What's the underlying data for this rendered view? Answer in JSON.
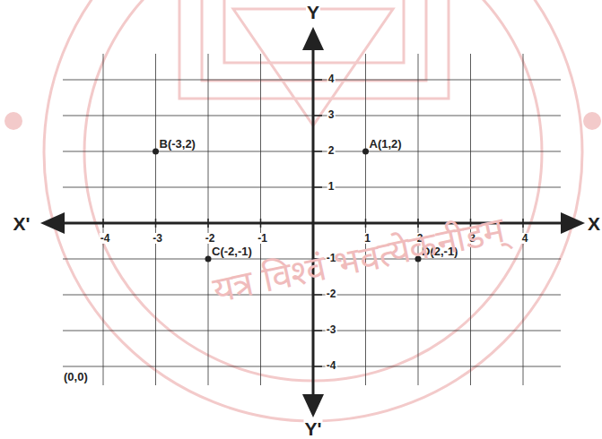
{
  "diagram": {
    "labels": [
      "Y",
      "Y'",
      "X'",
      "X",
      "-4",
      "-3",
      "-2",
      "-1",
      "1",
      "2",
      "3",
      "4",
      "4",
      "3",
      "2",
      "1",
      "-1",
      "-2",
      "-3",
      "-4",
      "B(-3,2)",
      "A(1,2)",
      "C(-2,-1)",
      "D(2,-1)",
      "(0,0)",
      "यत्र विश्वं भवत्येकनीडम्"
    ]
  }
}
